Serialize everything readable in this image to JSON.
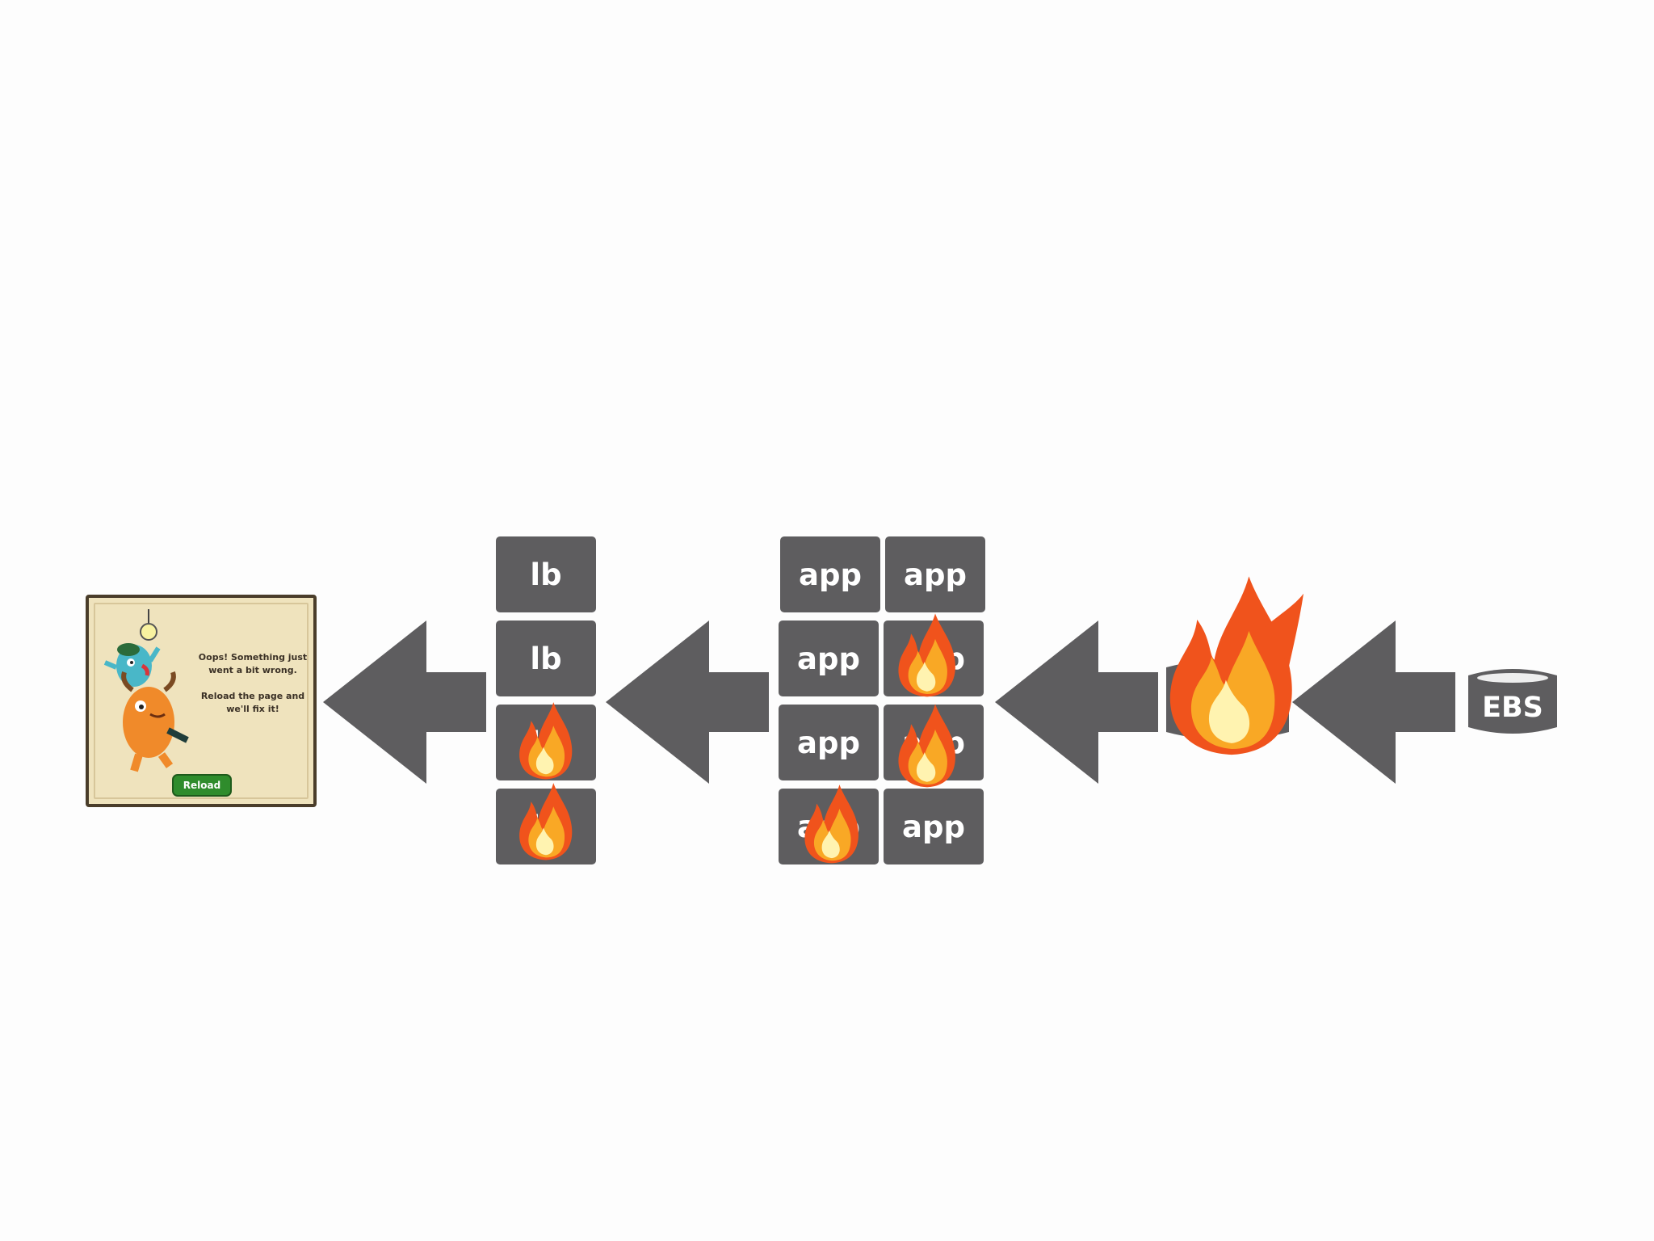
{
  "error_card": {
    "message_line1": "Oops! Something just went a bit wrong.",
    "message_line2": "Reload the page and we'll fix it!",
    "reload_label": "Reload"
  },
  "lb_column": [
    {
      "label": "lb",
      "on_fire": false
    },
    {
      "label": "lb",
      "on_fire": false
    },
    {
      "label": "lb",
      "on_fire": true
    },
    {
      "label": "lb",
      "on_fire": true
    }
  ],
  "app_grid": [
    {
      "label": "app",
      "on_fire": false
    },
    {
      "label": "app",
      "on_fire": false
    },
    {
      "label": "app",
      "on_fire": false
    },
    {
      "label": "app",
      "on_fire": true
    },
    {
      "label": "app",
      "on_fire": false
    },
    {
      "label": "app",
      "on_fire": true
    },
    {
      "label": "app",
      "on_fire": true
    },
    {
      "label": "app",
      "on_fire": false
    }
  ],
  "db_label": "",
  "storage_label": "EBS",
  "colors": {
    "box": "#5e5d5f",
    "arrow": "#5e5d5f",
    "background": "#fdfdfd",
    "fire_outer": "#f0531c",
    "fire_mid": "#f9a825",
    "fire_inner": "#fff3b0"
  }
}
